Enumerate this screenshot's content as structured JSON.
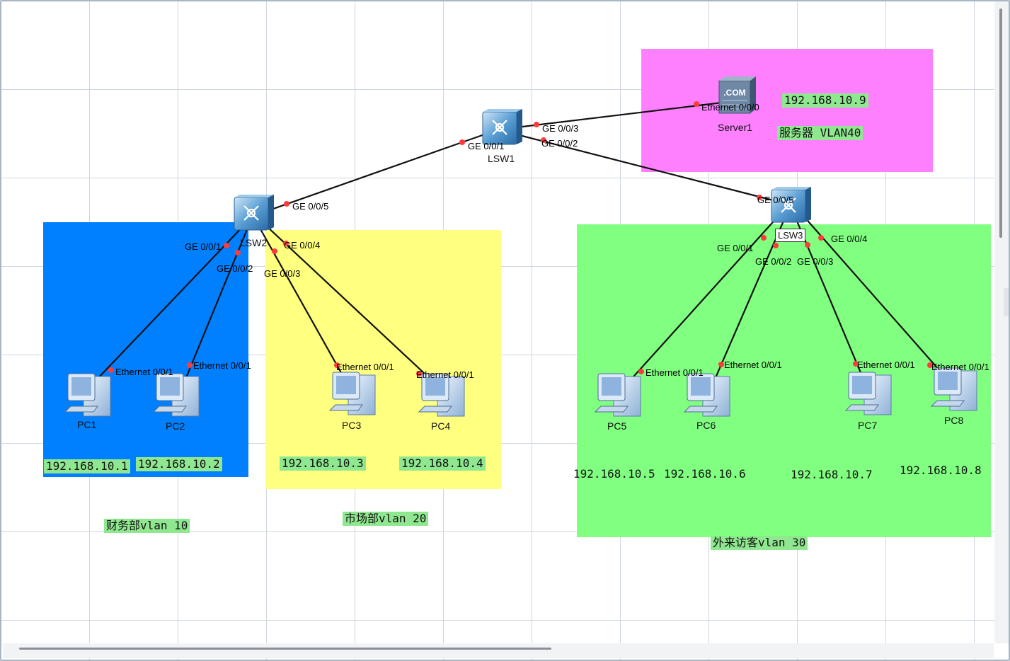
{
  "labels": {
    "server_ip": "192.168.10.9",
    "server_vlan": "服务器 VLAN40",
    "finance_vlan": "财务部vlan 10",
    "market_vlan": "市场部vlan 20",
    "visitor_vlan": "外来访客vlan 30"
  },
  "devices": {
    "lsw1": "LSW1",
    "lsw2": "LSW2",
    "lsw3": "LSW3",
    "server1": "Server1",
    "pc1": "PC1",
    "pc2": "PC2",
    "pc3": "PC3",
    "pc4": "PC4",
    "pc5": "PC5",
    "pc6": "PC6",
    "pc7": "PC7",
    "pc8": "PC8"
  },
  "ips": {
    "pc1": "192.168.10.1",
    "pc2": "192.168.10.2",
    "pc3": "192.168.10.3",
    "pc4": "192.168.10.4",
    "pc5": "192.168.10.5",
    "pc6": "192.168.10.6",
    "pc7": "192.168.10.7",
    "pc8": "192.168.10.8"
  },
  "ports": {
    "lsw1_ge001": "GE 0/0/1",
    "lsw1_ge002": "GE 0/0/2",
    "lsw1_ge003": "GE 0/0/3",
    "server_eth": "Ethernet 0/0/0",
    "lsw2_ge005": "GE 0/0/5",
    "lsw2_ge001": "GE 0/0/1",
    "lsw2_ge002": "GE 0/0/2",
    "lsw2_ge003": "GE 0/0/3",
    "lsw2_ge004": "GE 0/0/4",
    "lsw3_ge005": "GE 0/0/5",
    "lsw3_ge001": "GE 0/0/1",
    "lsw3_ge002": "GE 0/0/2",
    "lsw3_ge003": "GE 0/0/3",
    "lsw3_ge004": "GE 0/0/4",
    "pc_eth": "Ethernet 0/0/1"
  },
  "colors": {
    "finance_area": "#007fff",
    "market_area": "#ffff80",
    "visitor_area": "#80ff80",
    "server_area": "#ff80ff",
    "link": "#111111",
    "port_dot": "#ff3b3b",
    "label_bg": "#8fe88f"
  }
}
